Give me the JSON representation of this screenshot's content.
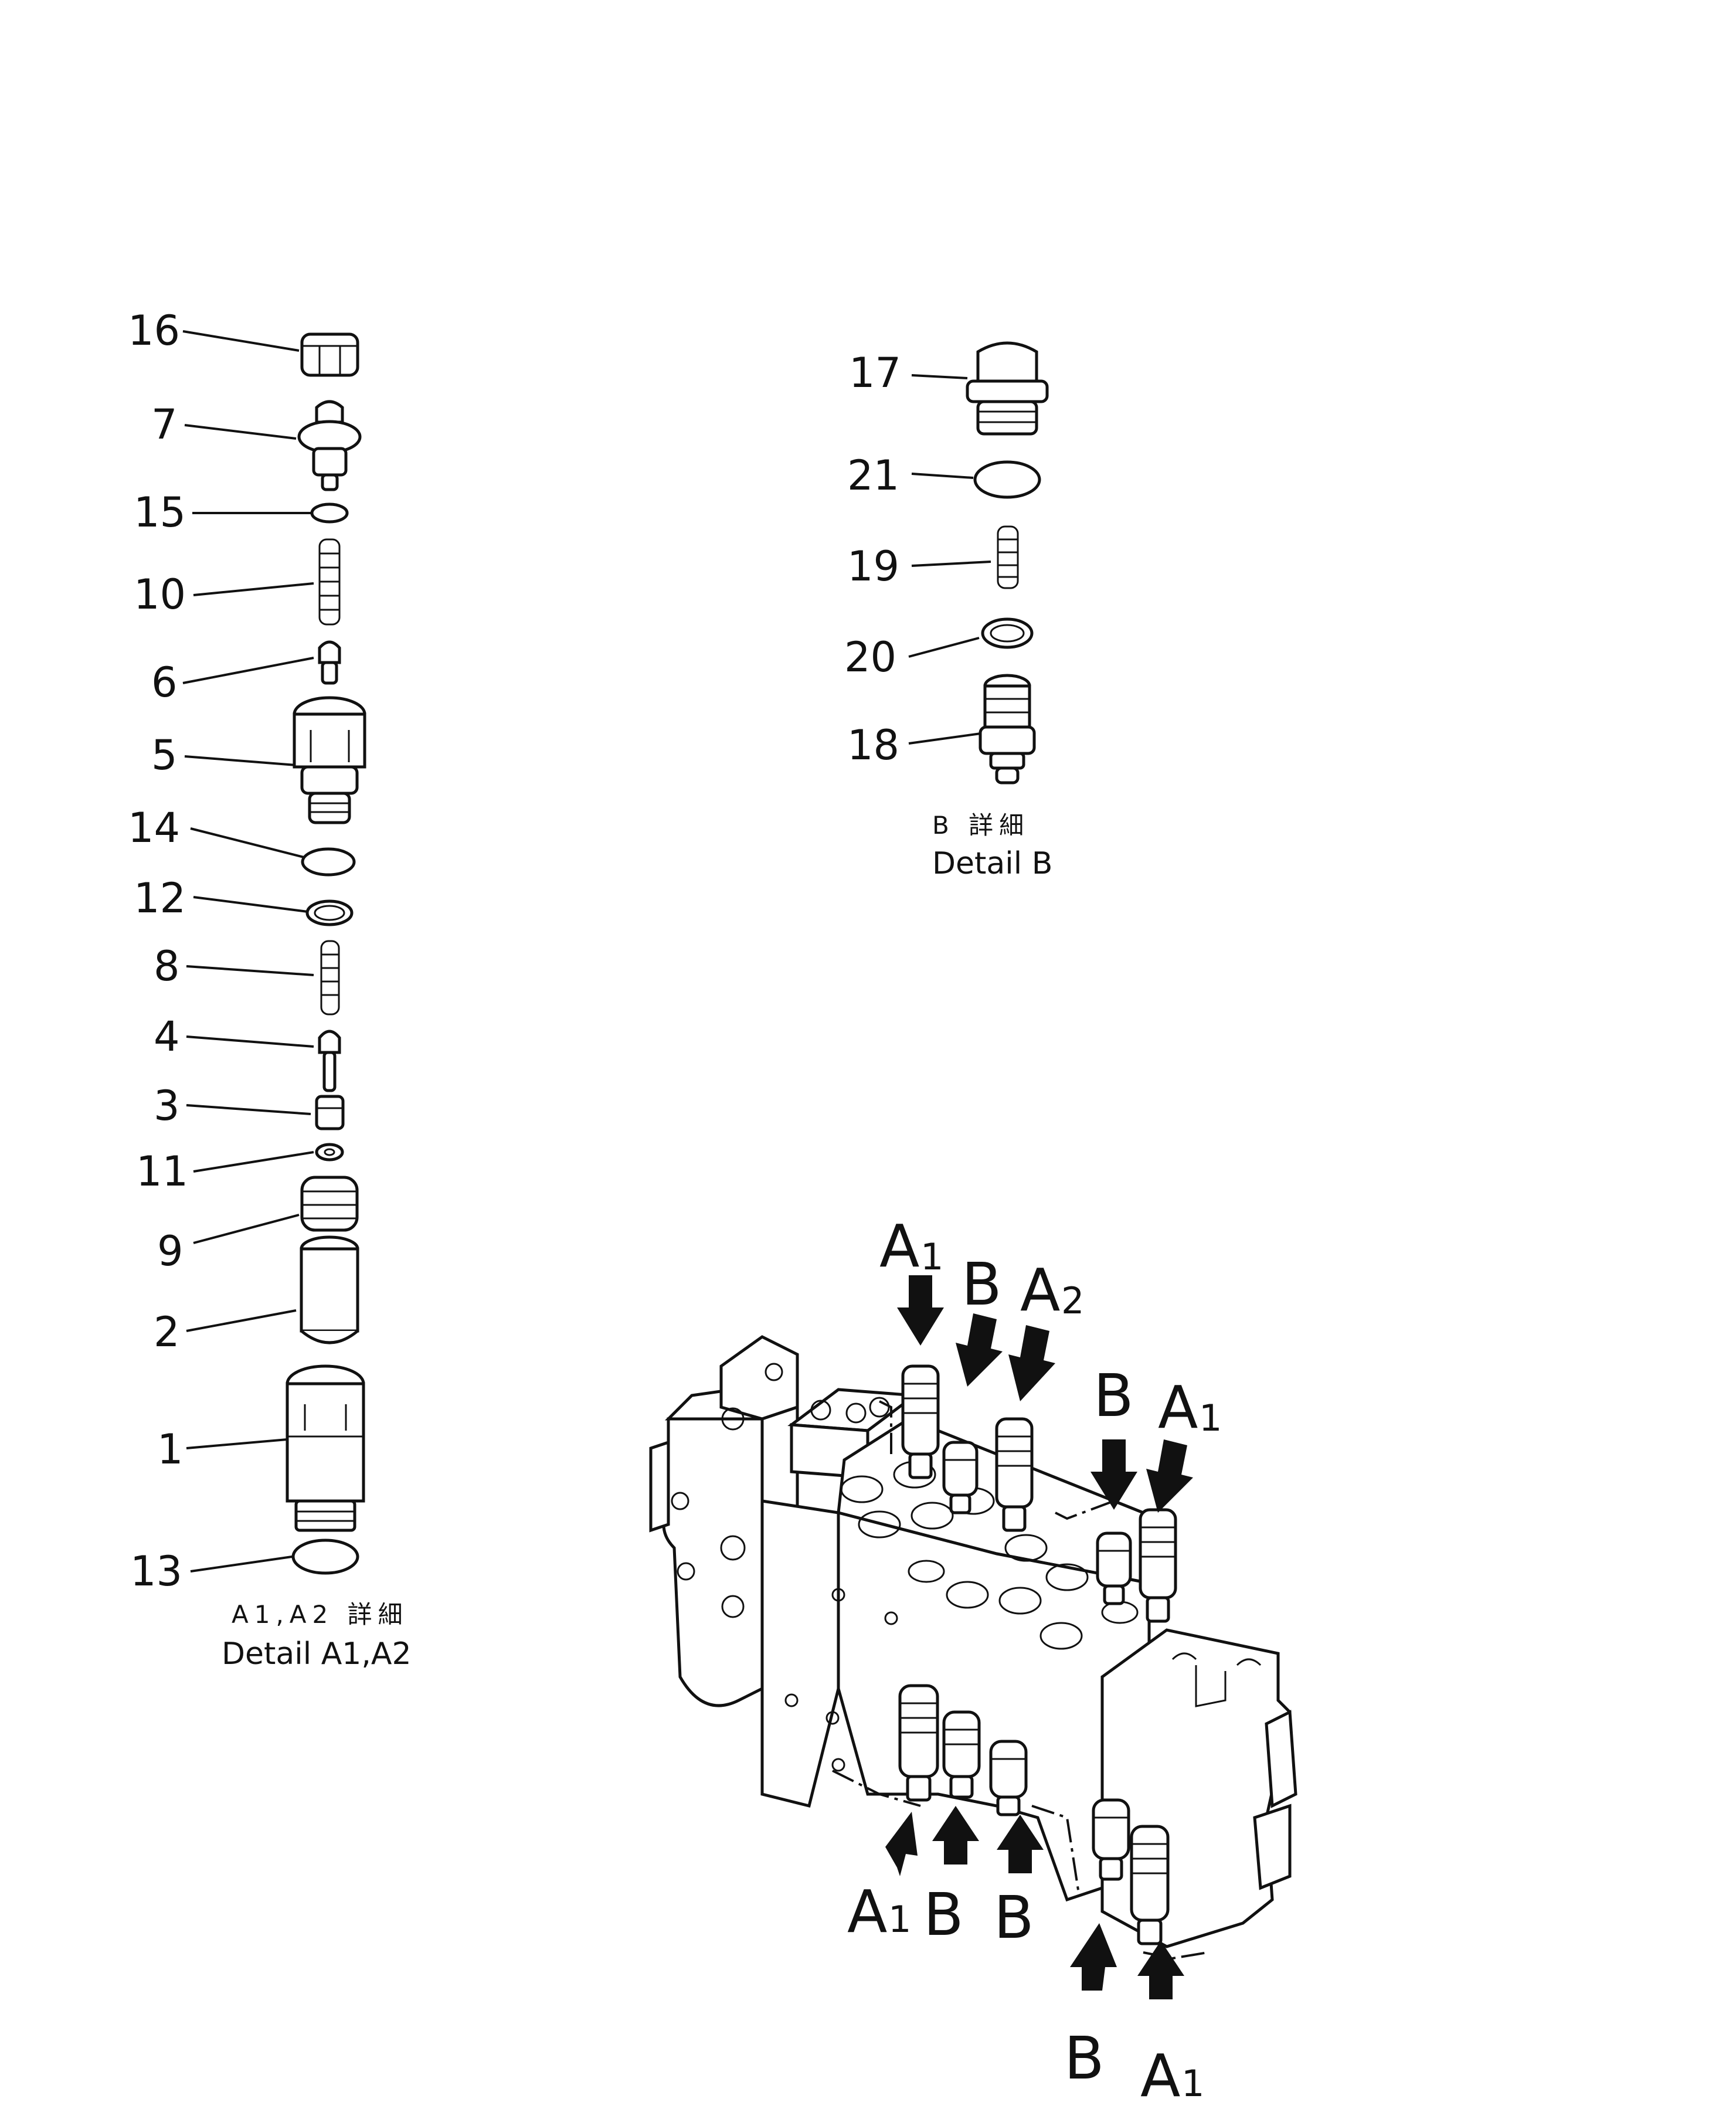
{
  "detail_a": {
    "callouts": [
      "16",
      "7",
      "15",
      "10",
      "6",
      "5",
      "14",
      "12",
      "8",
      "4",
      "3",
      "11",
      "9",
      "2",
      "1",
      "13"
    ],
    "caption_jp": "A1,A2 詳細",
    "caption_en": "Detail A1,A2"
  },
  "detail_b": {
    "callouts": [
      "17",
      "21",
      "19",
      "20",
      "18"
    ],
    "caption_jp": "B 詳細",
    "caption_en": "Detail B"
  },
  "assembly": {
    "markers": [
      {
        "letter": "A",
        "sub": "1"
      },
      {
        "letter": "B",
        "sub": ""
      },
      {
        "letter": "A",
        "sub": "2"
      },
      {
        "letter": "B",
        "sub": ""
      },
      {
        "letter": "A",
        "sub": "1"
      },
      {
        "letter": "A",
        "sub": "1"
      },
      {
        "letter": "B",
        "sub": ""
      },
      {
        "letter": "B",
        "sub": ""
      },
      {
        "letter": "B",
        "sub": ""
      },
      {
        "letter": "A",
        "sub": "1"
      }
    ]
  }
}
